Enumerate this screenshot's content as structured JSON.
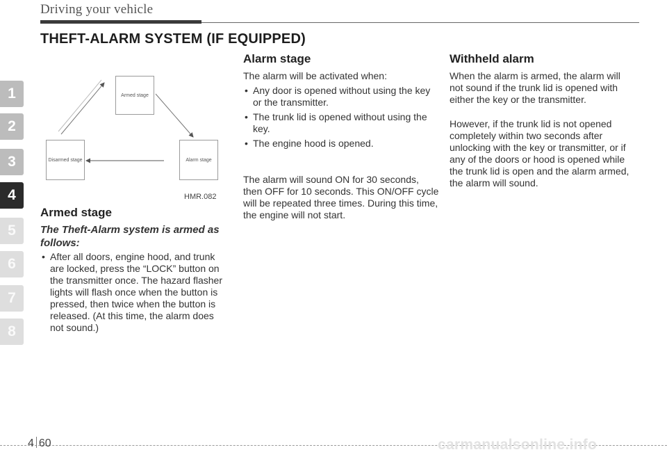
{
  "header": {
    "running_head": "Driving your vehicle",
    "title": "THEFT-ALARM SYSTEM (IF EQUIPPED)"
  },
  "chapter_tabs": [
    {
      "label": "1",
      "state": "inactive"
    },
    {
      "label": "2",
      "state": "inactive"
    },
    {
      "label": "3",
      "state": "inactive"
    },
    {
      "label": "4",
      "state": "active"
    },
    {
      "label": "5",
      "state": "faded"
    },
    {
      "label": "6",
      "state": "faded"
    },
    {
      "label": "7",
      "state": "faded"
    },
    {
      "label": "8",
      "state": "faded"
    }
  ],
  "diagram": {
    "armed_box": "Armed stage",
    "disarmed_box": "Disarmed stage",
    "alarm_box": "Alarm stage",
    "figure_code": "HMR.082"
  },
  "armed": {
    "heading": "Armed stage",
    "subheading": "The Theft-Alarm system is armed as follows:",
    "items": [
      "After all doors, engine hood, and trunk are locked, press the “LOCK” button on the transmitter once. The hazard flasher lights will flash once when the button is pressed, then twice when the button is released. (At this time, the alarm does not sound.)"
    ]
  },
  "alarm": {
    "heading": "Alarm stage",
    "intro": "The alarm will be activated when:",
    "items": [
      "Any door is opened without using the key or the transmitter.",
      "The trunk lid is opened without using the key.",
      "The engine hood is opened."
    ],
    "paragraph": "The alarm will sound ON for 30 seconds, then OFF for 10 seconds. This ON/OFF cycle will be repeated three times. During this time, the engine will not start."
  },
  "withheld": {
    "heading": "Withheld alarm",
    "para1": "When the alarm is armed, the alarm will not sound if the trunk lid is opened with either the key or the transmitter.",
    "para2": "However, if the trunk lid is not opened completely within two seconds after unlocking with the key or transmitter, or if any of the doors or hood is opened while the trunk lid is open and the alarm armed, the alarm will sound."
  },
  "footer": {
    "chapter": "4",
    "page": "60",
    "watermark": "carmanualsonline.info"
  }
}
